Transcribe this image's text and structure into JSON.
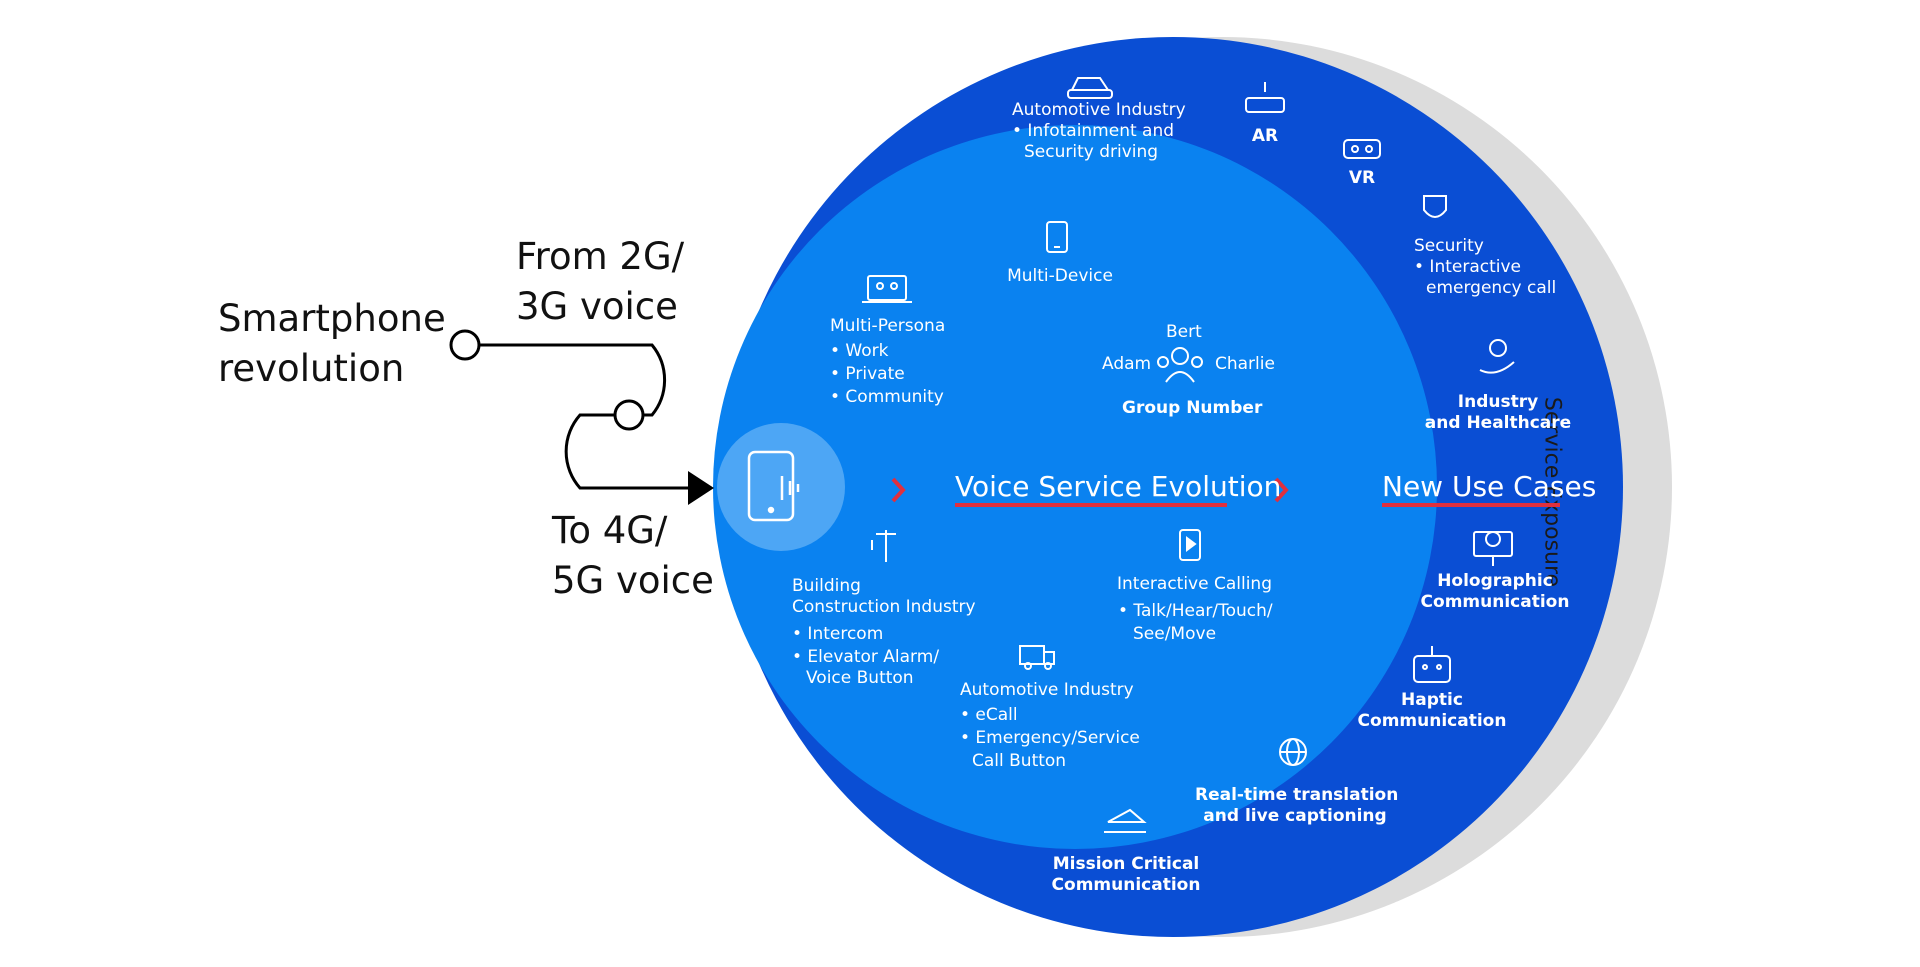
{
  "left": {
    "smartphone": [
      "Smartphone",
      "revolution"
    ],
    "from": [
      "From 2G/",
      "3G voice"
    ],
    "to": [
      "To 4G/",
      "5G voice"
    ]
  },
  "outer_ring_label": "Service Exposure",
  "center_title": "Voice Service Evolution",
  "right_title": "New Use Cases",
  "inner": {
    "multi_device": "Multi-Device",
    "multi_persona": {
      "title": "Multi-Persona",
      "items": [
        "• Work",
        "• Private",
        "• Community"
      ]
    },
    "group": {
      "top": "Bert",
      "left": "Adam",
      "right": "Charlie",
      "title": "Group Number"
    },
    "building": {
      "title": [
        "Building",
        "Construction Industry"
      ],
      "items": [
        "• Intercom",
        "• Elevator Alarm/",
        "Voice Button"
      ]
    },
    "interactive": {
      "title": "Interactive Calling",
      "items": [
        "• Talk/Hear/Touch/",
        "See/Move"
      ]
    },
    "automotive": {
      "title": "Automotive Industry",
      "items": [
        "• eCall",
        "• Emergency/Service",
        "Call Button"
      ]
    }
  },
  "outer": {
    "automotive": {
      "title": "Automotive Industry",
      "items": [
        "• Infotainment and",
        "Security driving"
      ]
    },
    "ar": "AR",
    "vr": "VR",
    "security": {
      "title": "Security",
      "items": [
        "• Interactive",
        "emergency call"
      ]
    },
    "industry": [
      "Industry",
      "and Healthcare"
    ],
    "holographic": [
      "Holographic",
      "Communication"
    ],
    "haptic": [
      "Haptic",
      "Communication"
    ],
    "translation": [
      "Real-time translation",
      "and live captioning"
    ],
    "mission": [
      "Mission Critical",
      "Communication"
    ]
  },
  "colors": {
    "outer_blue": "#0a4ed4",
    "inner_blue": "#0a82f0",
    "gray_ring": "#dcdcdc",
    "accent_red": "#e0303e",
    "phone_circle": "#4da6f5"
  }
}
